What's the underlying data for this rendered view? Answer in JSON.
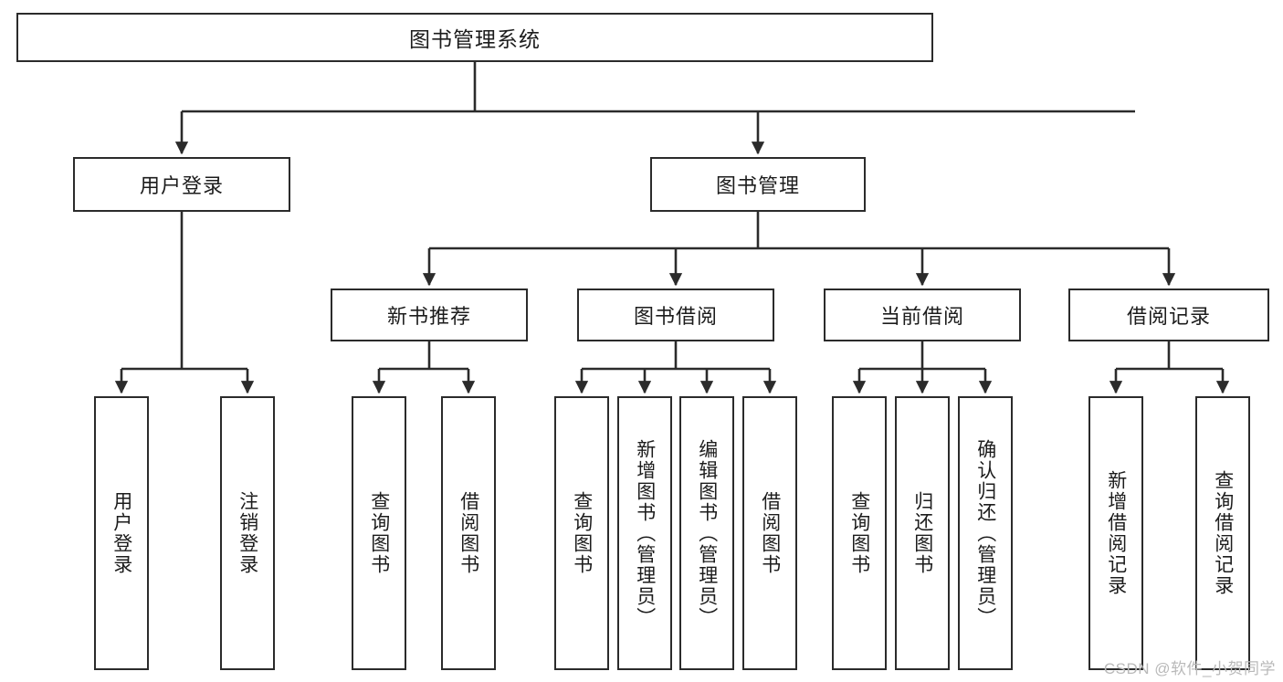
{
  "diagram": {
    "title": "图书管理系统",
    "type": "tree-hierarchy-diagram",
    "colors": {
      "border": "#2b2b2b",
      "background": "#ffffff",
      "text": "#1c1c1c",
      "watermark": "#b9b9b9"
    },
    "root": {
      "label": "图书管理系统"
    },
    "level2": [
      {
        "label": "用户登录"
      },
      {
        "label": "图书管理"
      }
    ],
    "level3": [
      {
        "label": "新书推荐"
      },
      {
        "label": "图书借阅"
      },
      {
        "label": "当前借阅"
      },
      {
        "label": "借阅记录"
      }
    ],
    "leaves": {
      "user_login": [
        {
          "label": "用户登录"
        },
        {
          "label": "注销登录"
        }
      ],
      "new_book_recommend": [
        {
          "label": "查询图书"
        },
        {
          "label": "借阅图书"
        }
      ],
      "book_borrow": [
        {
          "label": "查询图书"
        },
        {
          "label": "新增图书（管理员）"
        },
        {
          "label": "编辑图书（管理员）"
        },
        {
          "label": "借阅图书"
        }
      ],
      "current_borrow": [
        {
          "label": "查询图书"
        },
        {
          "label": "归还图书"
        },
        {
          "label": "确认归还（管理员）"
        }
      ],
      "borrow_record": [
        {
          "label": "新增借阅记录"
        },
        {
          "label": "查询借阅记录"
        }
      ]
    },
    "watermark": "CSDN @软件_小贺同学"
  }
}
